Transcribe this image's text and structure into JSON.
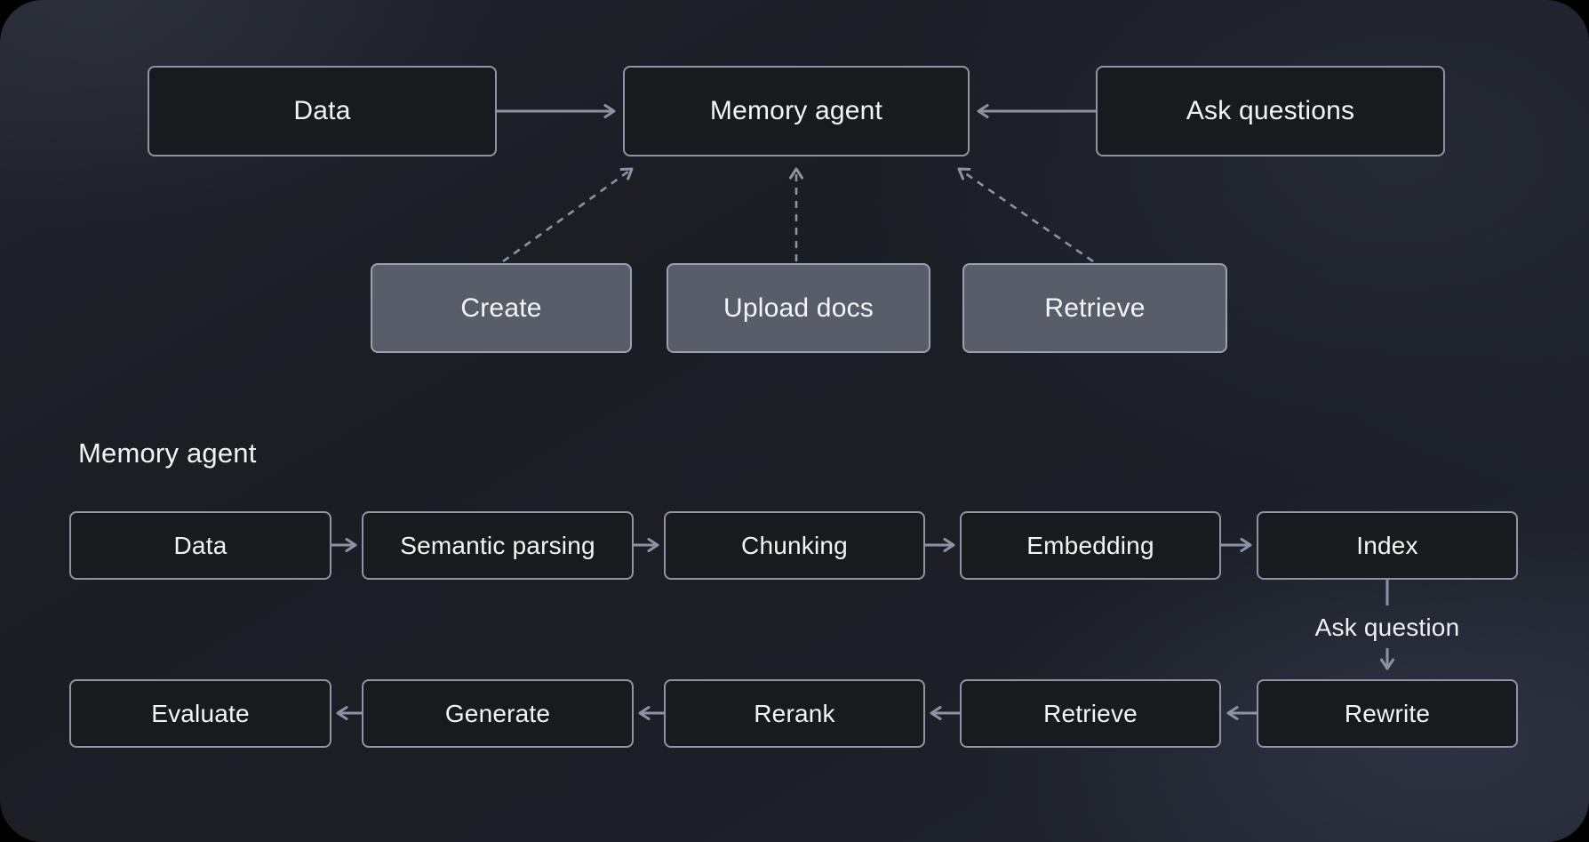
{
  "colors": {
    "background_outer": "#000000",
    "background_inner": "#1d2027",
    "box_dark_fill": "#191a1e",
    "box_light_fill": "#575d69",
    "box_border": "#8d95a5",
    "arrow": "#8b93a4",
    "text": "#f4f5f7"
  },
  "top_flow": {
    "nodes": {
      "data": {
        "label": "Data"
      },
      "memory_agent": {
        "label": "Memory agent"
      },
      "ask_questions": {
        "label": "Ask questions"
      }
    },
    "actions": {
      "create": {
        "label": "Create"
      },
      "upload_docs": {
        "label": "Upload docs"
      },
      "retrieve": {
        "label": "Retrieve"
      }
    },
    "edges": [
      {
        "from": "Data",
        "to": "Memory agent",
        "style": "solid"
      },
      {
        "from": "Ask questions",
        "to": "Memory agent",
        "style": "solid"
      },
      {
        "from": "Create",
        "to": "Memory agent",
        "style": "dashed"
      },
      {
        "from": "Upload docs",
        "to": "Memory agent",
        "style": "dashed"
      },
      {
        "from": "Retrieve",
        "to": "Memory agent",
        "style": "dashed"
      }
    ]
  },
  "detail_flow": {
    "section_label": "Memory agent",
    "row1": {
      "data": {
        "label": "Data"
      },
      "semantic_parsing": {
        "label": "Semantic parsing"
      },
      "chunking": {
        "label": "Chunking"
      },
      "embedding": {
        "label": "Embedding"
      },
      "index": {
        "label": "Index"
      }
    },
    "connector_label": "Ask question",
    "row2": {
      "evaluate": {
        "label": "Evaluate"
      },
      "generate": {
        "label": "Generate"
      },
      "rerank": {
        "label": "Rerank"
      },
      "retrieve": {
        "label": "Retrieve"
      },
      "rewrite": {
        "label": "Rewrite"
      }
    },
    "edges": [
      {
        "from": "Data",
        "to": "Semantic parsing",
        "style": "solid"
      },
      {
        "from": "Semantic parsing",
        "to": "Chunking",
        "style": "solid"
      },
      {
        "from": "Chunking",
        "to": "Embedding",
        "style": "solid"
      },
      {
        "from": "Embedding",
        "to": "Index",
        "style": "solid"
      },
      {
        "from": "Index",
        "to": "Rewrite",
        "style": "solid",
        "label": "Ask question"
      },
      {
        "from": "Rewrite",
        "to": "Retrieve",
        "style": "solid"
      },
      {
        "from": "Retrieve",
        "to": "Rerank",
        "style": "solid"
      },
      {
        "from": "Rerank",
        "to": "Generate",
        "style": "solid"
      },
      {
        "from": "Generate",
        "to": "Evaluate",
        "style": "solid"
      }
    ]
  }
}
